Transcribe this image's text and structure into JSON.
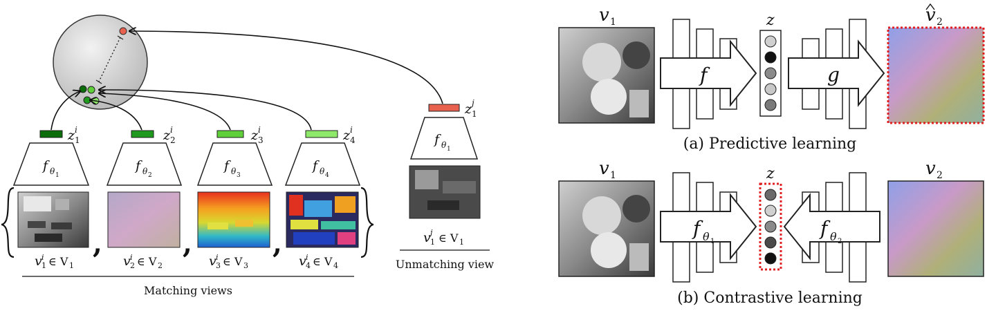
{
  "left": {
    "matching_caption": "Matching views",
    "unmatching_caption": "Unmatching view",
    "encoders": [
      {
        "f_sub": "1",
        "z": "1",
        "v_label_sub": "1",
        "v_set_sub": "1",
        "color": "#0b6e0b"
      },
      {
        "f_sub": "2",
        "z": "2",
        "v_label_sub": "2",
        "v_set_sub": "2",
        "color": "#1f9a1f"
      },
      {
        "f_sub": "3",
        "z": "3",
        "v_label_sub": "3",
        "v_set_sub": "3",
        "color": "#5fcf3a"
      },
      {
        "f_sub": "4",
        "z": "4",
        "v_label_sub": "4",
        "v_set_sub": "4",
        "color": "#8ee86a"
      }
    ],
    "unmatching": {
      "f_sub": "1",
      "z": "1",
      "v_set_sub": "1",
      "color": "#e8604e"
    },
    "symbols": {
      "f": "f",
      "theta": "θ",
      "z": "z",
      "v": "v",
      "i": "i",
      "j": "j",
      "in_V": "∈ V"
    }
  },
  "right": {
    "v1": "v",
    "v1_sub": "1",
    "v2": "v",
    "v2_sub": "2",
    "z": "z",
    "f": "f",
    "g": "g",
    "f_theta1_sub": "1",
    "f_theta2_sub": "2",
    "theta": "θ",
    "caption_a": "(a) Predictive learning",
    "caption_b": "(b) Contrastive learning"
  },
  "colors": {
    "accent_red": "#e8604e",
    "dark_green": "#0b6e0b",
    "light_green": "#8ee86a",
    "dotted_red": "#e02020"
  }
}
